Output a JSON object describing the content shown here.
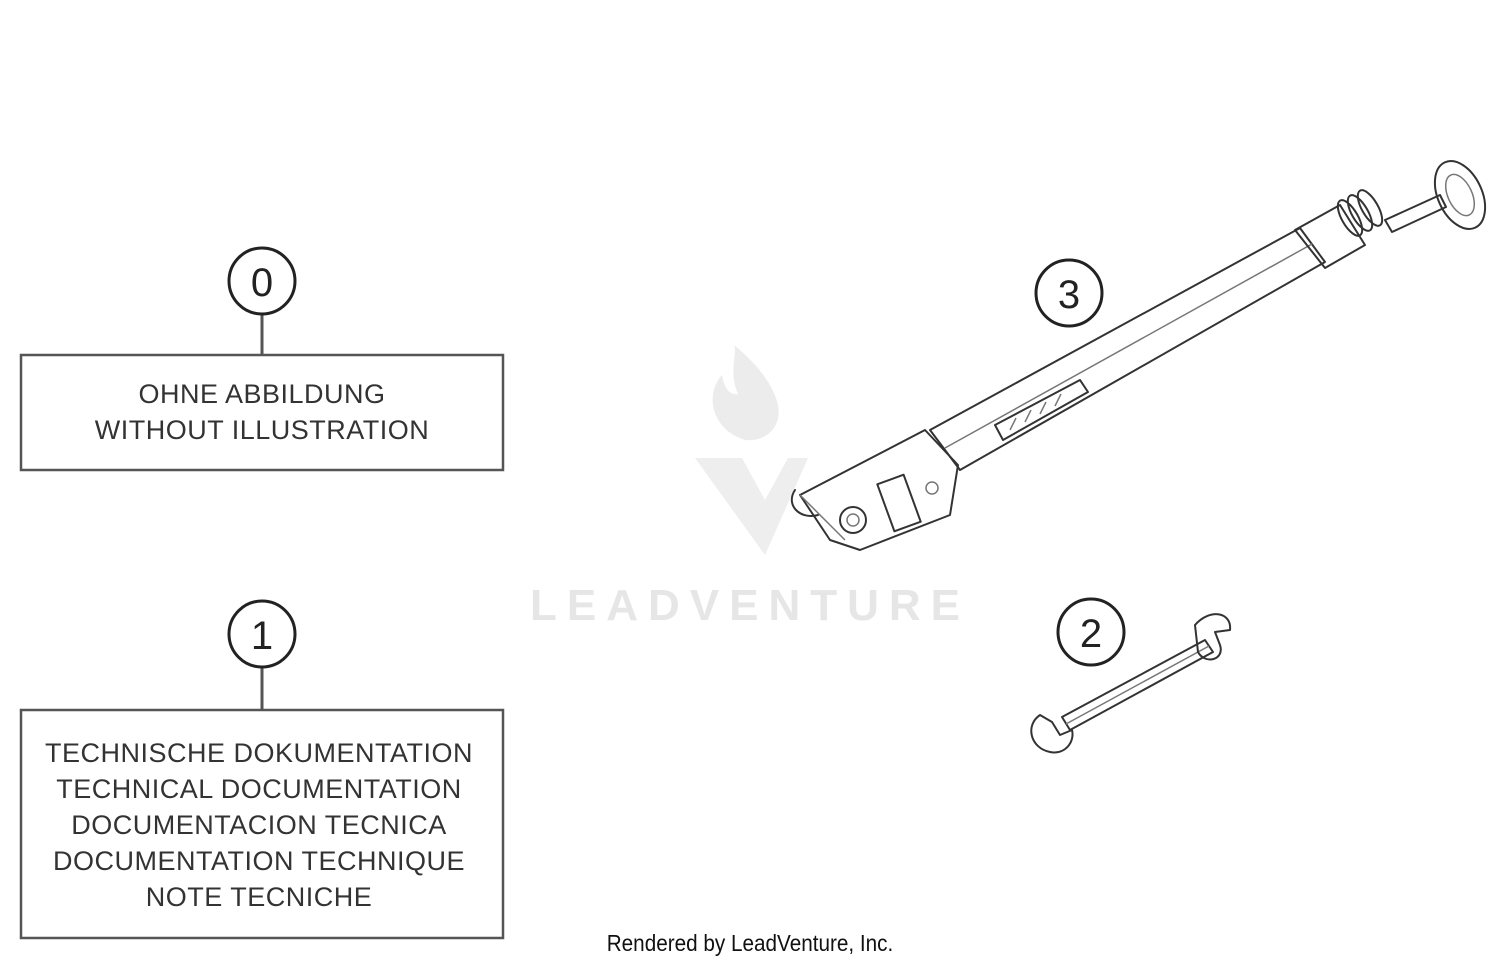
{
  "diagram": {
    "callouts": [
      {
        "id": "callout-0",
        "label": "0"
      },
      {
        "id": "callout-1",
        "label": "1"
      },
      {
        "id": "callout-2",
        "label": "2"
      },
      {
        "id": "callout-3",
        "label": "3"
      }
    ],
    "boxes": {
      "box0": {
        "lines": [
          "OHNE ABBILDUNG",
          "WITHOUT ILLUSTRATION"
        ]
      },
      "box1": {
        "lines": [
          "TECHNISCHE DOKUMENTATION",
          "TECHNICAL DOCUMENTATION",
          "DOCUMENTACION TECNICA",
          "DOCUMENTATION TECHNIQUE",
          "NOTE TECNICHE"
        ]
      }
    },
    "watermark": "LEADVENTURE",
    "footer": "Rendered by LeadVenture, Inc."
  }
}
